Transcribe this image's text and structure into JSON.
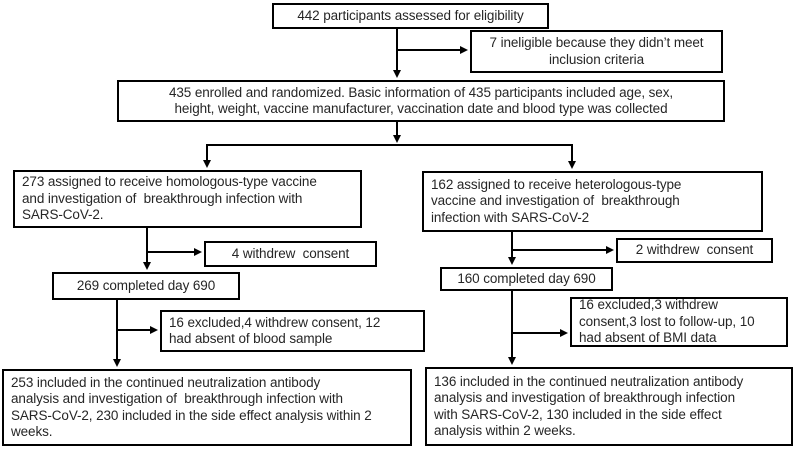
{
  "diagram": {
    "type": "participant-flow-chart",
    "colors": {
      "border": "#000000",
      "text": "#262626",
      "background": "#ffffff"
    },
    "boxes": {
      "assessed": {
        "text": "442 participants assessed for eligibility"
      },
      "ineligible": {
        "text": "7 ineligible because they didn’t meet\ninclusion criteria"
      },
      "enrolled": {
        "text": "435 enrolled and randomized. Basic information of 435 participants included age, sex,\nheight, weight, vaccine manufacturer, vaccination date and blood type was collected"
      },
      "homologous": {
        "text": "273 assigned to receive homologous-type vaccine\nand investigation of  breakthrough infection with\nSARS-CoV-2."
      },
      "heterologous": {
        "text": "162 assigned to receive heterologous-type\nvaccine and investigation of  breakthrough\ninfection with SARS-CoV-2"
      },
      "withdrew_homologous": {
        "text": "4 withdrew  consent"
      },
      "completed_homologous": {
        "text": "269 completed day 690"
      },
      "withdrew_heterologous": {
        "text": "2 withdrew  consent"
      },
      "completed_heterologous": {
        "text": "160 completed day 690"
      },
      "excluded_homologous": {
        "text": "16 excluded,4 withdrew consent, 12\nhad absent of blood sample"
      },
      "excluded_heterologous": {
        "text": "16 excluded,3 withdrew\nconsent,3 lost to follow-up, 10\nhad absent of BMI data"
      },
      "final_homologous": {
        "text": "253 included in the continued neutralization antibody\nanalysis and investigation of  breakthrough infection with\nSARS-CoV-2, 230 included in the side effect analysis within 2\nweeks."
      },
      "final_heterologous": {
        "text": "136 included in the continued neutralization antibody\nanalysis and investigation of breakthrough infection\nwith SARS-CoV-2, 130 included in the side effect\nanalysis within 2 weeks."
      }
    }
  }
}
